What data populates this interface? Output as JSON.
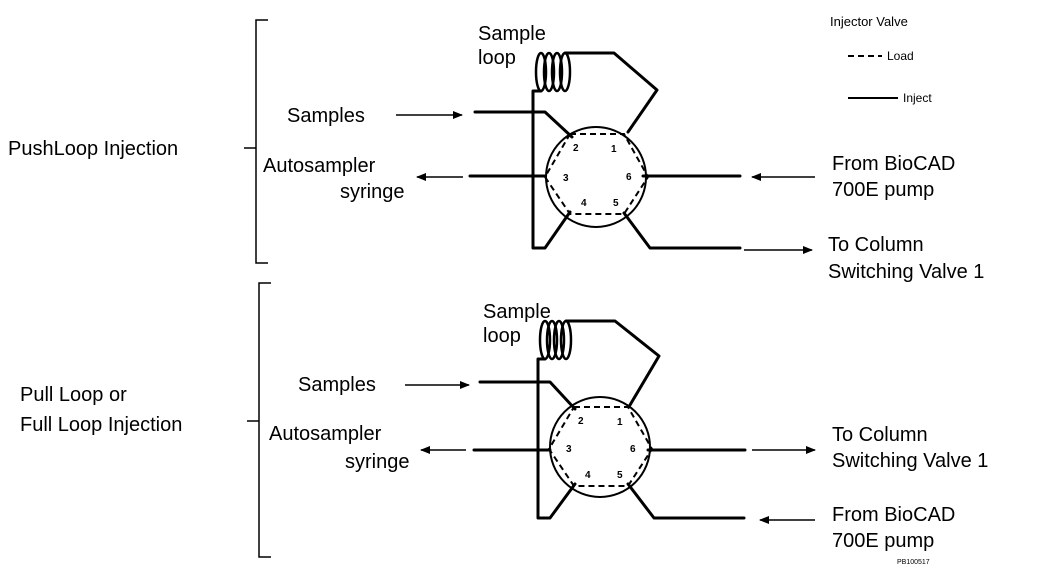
{
  "legend": {
    "title": "Injector Valve",
    "load": "Load",
    "inject": "Inject"
  },
  "top": {
    "mode": "PushLoop Injection",
    "sample_loop_1": "Sample",
    "sample_loop_2": "loop",
    "samples": "Samples",
    "autosampler_1": "Autosampler",
    "autosampler_2": "syringe",
    "pump_1": "From BioCAD",
    "pump_2": "700E pump",
    "column_1": "To Column",
    "column_2": "Switching Valve 1",
    "ports": [
      "1",
      "2",
      "3",
      "4",
      "5",
      "6"
    ]
  },
  "bottom": {
    "mode_1": "Pull Loop or",
    "mode_2": "Full Loop Injection",
    "sample_loop_1": "Sample",
    "sample_loop_2": "loop",
    "samples": "Samples",
    "autosampler_1": "Autosampler",
    "autosampler_2": "syringe",
    "column_1": "To Column",
    "column_2": "Switching Valve 1",
    "pump_1": "From BioCAD",
    "pump_2": "700E pump",
    "ports": [
      "1",
      "2",
      "3",
      "4",
      "5",
      "6"
    ]
  },
  "figure_id": "PB100517"
}
